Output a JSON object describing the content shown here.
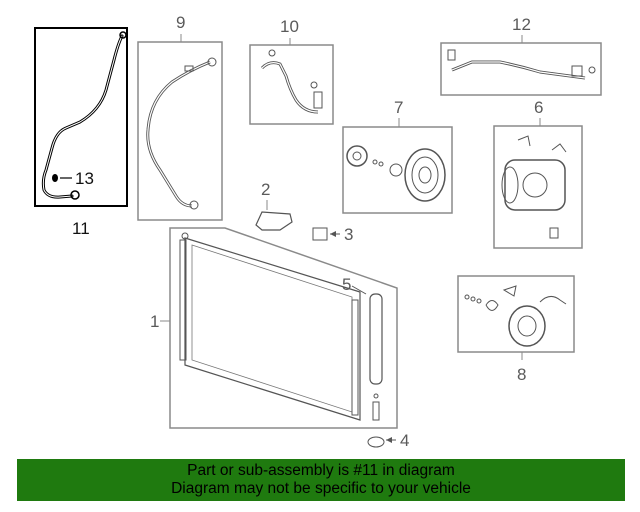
{
  "callouts": {
    "c1": "1",
    "c2": "2",
    "c3": "3",
    "c4": "4",
    "c5": "5",
    "c6": "6",
    "c7": "7",
    "c8": "8",
    "c9": "9",
    "c10": "10",
    "c11": "11",
    "c12": "12",
    "c13": "13"
  },
  "banner": {
    "line1": "Part or sub-assembly is #11 in diagram",
    "line2": "Diagram may not be specific to your vehicle"
  },
  "colors": {
    "banner_bg": "#1f7a0f",
    "highlight_box": "#000000",
    "box": "#8a8a8a"
  }
}
